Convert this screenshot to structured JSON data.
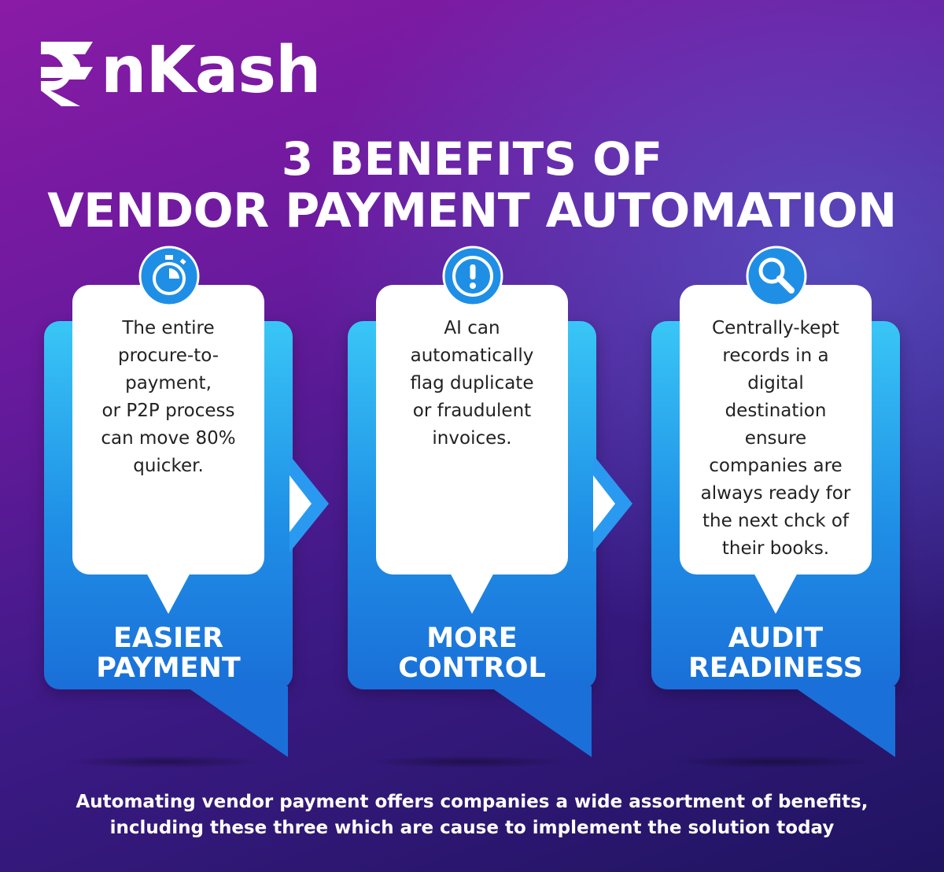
{
  "brand": {
    "logo_text": "nKash"
  },
  "headline": {
    "line1": "3 BENEFITS OF",
    "line2": "VENDOR PAYMENT AUTOMATION"
  },
  "cards": [
    {
      "icon": "stopwatch-icon",
      "text": [
        "The entire",
        "procure-to-",
        "payment,",
        "or P2P process",
        "can move 80%",
        "quicker."
      ],
      "label": [
        "EASIER",
        "PAYMENT"
      ]
    },
    {
      "icon": "exclamation-icon",
      "text": [
        "AI can",
        "automatically",
        "flag duplicate",
        "or fraudulent",
        "invoices."
      ],
      "label": [
        "MORE",
        "CONTROL"
      ]
    },
    {
      "icon": "magnifier-icon",
      "text": [
        "Centrally-kept",
        "records in a",
        "digital",
        "destination",
        "ensure",
        "companies are",
        "always ready for",
        "the next chck of",
        "their books."
      ],
      "label": [
        "AUDIT",
        "READINESS"
      ]
    }
  ],
  "footer": {
    "line1": "Automating vendor payment offers companies a wide assortment of benefits,",
    "line2": "including these three which are cause to implement the solution today"
  },
  "colors": {
    "bg_top": "#8a1ba6",
    "bg_bottom": "#1f1460",
    "card_top": "#39c6f6",
    "card_bottom": "#1a6fd8",
    "icon_blue": "#1f8fe6"
  }
}
